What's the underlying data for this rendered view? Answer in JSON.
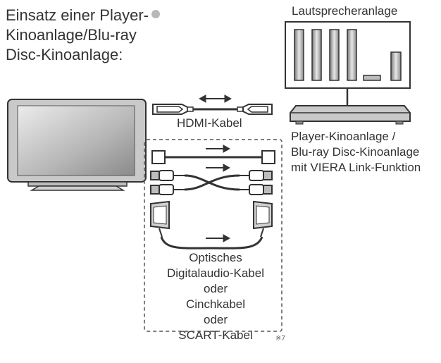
{
  "title": {
    "line1": "Einsatz einer Player-",
    "line2": "Kinoanlage/Blu-ray",
    "line3": "Disc-Kinoanlage:"
  },
  "speaker_system_label": "Lautsprecheranlage",
  "hdmi_cable_label": "HDMI-Kabel",
  "player_label": {
    "line1": "Player-Kinoanlage /",
    "line2": "Blu-ray Disc-Kinoanlage",
    "line3": "mit VIERA Link-Funktion"
  },
  "cable_options": {
    "line1": "Optisches",
    "line2": "Digitalaudio-Kabel",
    "line3": "oder",
    "line4": "Cinchkabel",
    "line5": "oder",
    "line6": "SCART-Kabel"
  },
  "footnote": "※7",
  "colors": {
    "line": "#333333",
    "device_fill": "#bdbdbd",
    "screen_gradient_start": "#e9e9e9",
    "screen_gradient_end": "#8f8f8f",
    "title_dot": "#b8b8b8"
  }
}
